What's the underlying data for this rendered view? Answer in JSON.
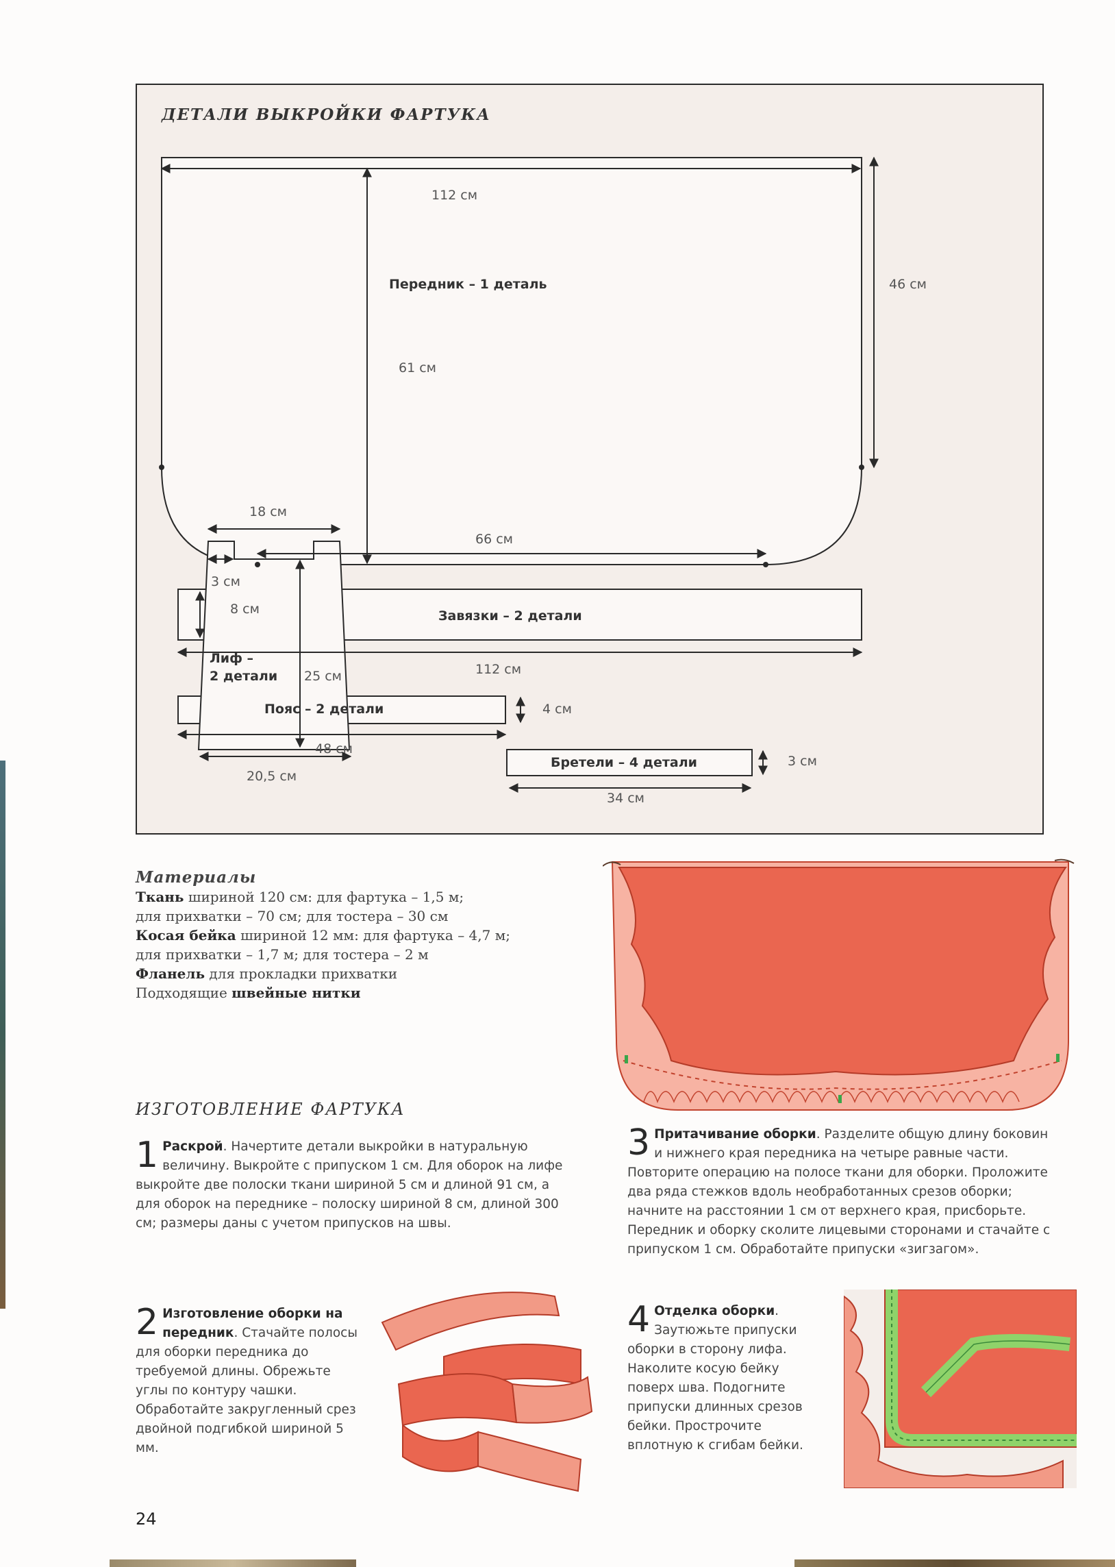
{
  "pattern": {
    "title": "ДЕТАЛИ ВЫКРОЙКИ ФАРТУКА",
    "apron": {
      "label": "Передник – 1 деталь",
      "width": "112 см",
      "height": "61 см",
      "side_height": "46 см",
      "bottom_width": "66 см"
    },
    "ties": {
      "label": "Завязки – 2 детали",
      "height": "8 см",
      "width": "112 см"
    },
    "waistband": {
      "label": "Пояс – 2 детали",
      "height": "4 см",
      "width": "48 см"
    },
    "straps": {
      "label": "Бретели – 4 детали",
      "height": "3 см",
      "width": "34 см"
    },
    "bib": {
      "label_line1": "Лиф –",
      "label_line2": "2 детали",
      "top_width": "18 см",
      "notch": "3 см",
      "height": "25 см",
      "bottom_width": "20,5 см"
    }
  },
  "materials": {
    "heading": "Материалы",
    "lines": [
      {
        "bold": "Ткань",
        "text": " шириной 120 см: для фартука – 1,5 м;"
      },
      {
        "bold": "",
        "text": "для прихватки – 70 см; для тостера – 30 см"
      },
      {
        "bold": "Косая бейка",
        "text": " шириной 12 мм: для фартука – 4,7 м;"
      },
      {
        "bold": "",
        "text": "для прихватки – 1,7 м; для тостера – 2 м"
      },
      {
        "bold": "Фланель",
        "text": " для прокладки прихватки"
      },
      {
        "prefix": "Подходящие ",
        "bold": "швейные нитки",
        "text": ""
      }
    ]
  },
  "making": {
    "heading": "ИЗГОТОВЛЕНИЕ ФАРТУКА",
    "steps": [
      {
        "num": "1",
        "lead": "Раскрой",
        "text": ". Начертите детали выкройки в натуральную величину. Выкройте с припуском 1 см. Для оборок на лифе выкройте две полоски ткани шириной 5 см и длиной 91 см, а для оборок на переднике – полоску шириной 8 см, длиной 300 см; размеры даны с учетом припусков на швы."
      },
      {
        "num": "2",
        "lead": "Изготовление оборки на передник",
        "text": ". Стачайте полосы для оборки передника до требуемой длины. Обрежьте углы по контуру чашки. Обработайте закругленный срез двойной подгибкой шириной 5 мм."
      },
      {
        "num": "3",
        "lead": "Притачивание оборки",
        "text": ". Разделите общую длину боковин и нижнего края передника на четыре равные части. Повторите операцию на полосе ткани для оборки. Проложите два ряда стежков вдоль необработанных срезов оборки; начните на расстоянии 1 см от верхнего края, присборьте. Передник и оборку сколите лицевыми сторонами и стачайте с припуском 1 см. Обработайте припуски «зигзагом»."
      },
      {
        "num": "4",
        "lead": "Отделка оборки",
        "text": ". Заутюжьте припуски оборки в сторону лифа. Наколите косую бейку поверх шва. Подогните припуски длинных срезов бейки. Простроч­ите вплотную к сгибам бейки."
      }
    ]
  },
  "page_number": "24",
  "colors": {
    "fabric": "#e8604a",
    "fabric_light": "#f29a86",
    "binding": "#8fd36a",
    "panel": "#f4eeea"
  }
}
